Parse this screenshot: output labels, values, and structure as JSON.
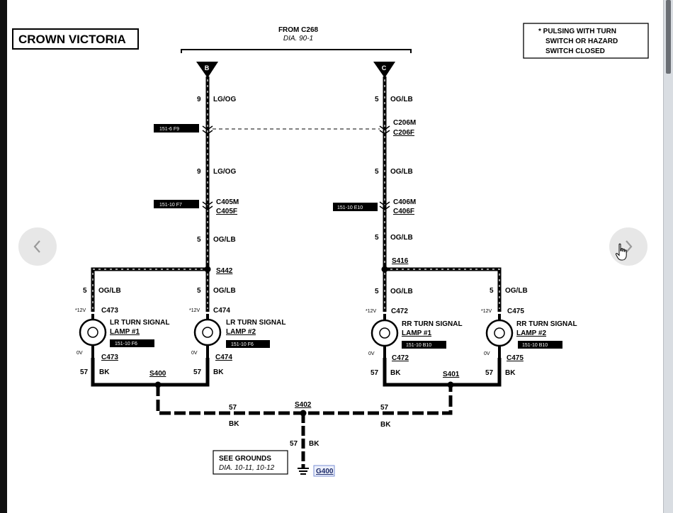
{
  "title": "CROWN VICTORIA",
  "from_connector": {
    "label": "FROM C268",
    "dia": "DIA. 90-1"
  },
  "note": {
    "lines": [
      "* PULSING WITH TURN",
      "SWITCH OR HAZARD",
      "SWITCH CLOSED"
    ]
  },
  "pins": {
    "left": "B",
    "right": "C"
  },
  "wires": {
    "left_top": {
      "num": "9",
      "color": "LG/OG"
    },
    "left_mid": {
      "num": "9",
      "color": "LG/OG"
    },
    "left_low": {
      "num": "5",
      "color": "OG/LB"
    },
    "right_top": {
      "num": "5",
      "color": "OG/LB"
    },
    "right_mid": {
      "num": "5",
      "color": "OG/LB"
    },
    "right_low": {
      "num": "5",
      "color": "OG/LB"
    },
    "branch": {
      "num": "5",
      "color": "OG/LB"
    },
    "ground": {
      "num": "57",
      "color": "BK"
    }
  },
  "connectors": {
    "c206m": "C206M",
    "c206f": "C206F",
    "c405m": "C405M",
    "c405f": "C405F",
    "c406m": "C406M",
    "c406f": "C406F"
  },
  "refs": {
    "r1": "151-6 F9",
    "r2": "151-10 F7",
    "r3": "151-10 E10",
    "lamp1": "151-10 F6",
    "lamp2": "151-10 F6",
    "lamp3": "151-10 B10",
    "lamp4": "151-10 B10"
  },
  "splices": {
    "s442": "S442",
    "s416": "S416",
    "s400": "S400",
    "s401": "S401",
    "s402": "S402"
  },
  "voltage": {
    "high": "*12V",
    "low": "0V"
  },
  "lamps": [
    {
      "top": "C473",
      "bottom": "C473",
      "name1": "LR TURN SIGNAL",
      "name2": "LAMP #1"
    },
    {
      "top": "C474",
      "bottom": "C474",
      "name1": "LR TURN SIGNAL",
      "name2": "LAMP #2"
    },
    {
      "top": "C472",
      "bottom": "C472",
      "name1": "RR TURN SIGNAL",
      "name2": "LAMP #1"
    },
    {
      "top": "C475",
      "bottom": "C475",
      "name1": "RR TURN SIGNAL",
      "name2": "LAMP #2"
    }
  ],
  "grounds_note": {
    "line1": "SEE GROUNDS",
    "line2": "DIA. 10-11, 10-12"
  },
  "ground_label": "G400",
  "icons": {
    "prev": "chevron-left-icon",
    "next": "chevron-right-icon",
    "cursor": "hand-pointer-icon"
  }
}
